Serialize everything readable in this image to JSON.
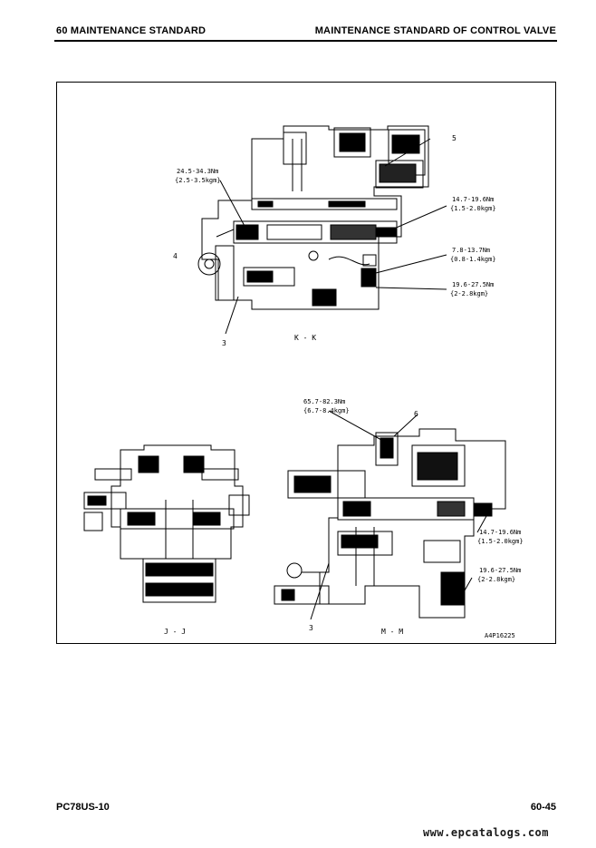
{
  "header": {
    "left": "60 MAINTENANCE STANDARD",
    "right": "MAINTENANCE STANDARD OF CONTROL VALVE"
  },
  "drawing": {
    "kk": {
      "view_label": "K - K",
      "torque_1": [
        "24.5-34.3Nm",
        "{2.5-3.5kgm}"
      ],
      "torque_2": [
        "14.7-19.6Nm",
        "{1.5-2.0kgm}"
      ],
      "torque_3": [
        "7.8-13.7Nm",
        "{0.8-1.4kgm}"
      ],
      "torque_4": [
        "19.6-27.5Nm",
        "{2-2.8kgm}"
      ],
      "callouts": [
        "5",
        "4",
        "3"
      ]
    },
    "jj": {
      "view_label": "J - J"
    },
    "mm": {
      "view_label": "M - M",
      "torque_1": [
        "65.7-82.3Nm",
        "{6.7-8.4kgm}"
      ],
      "torque_2": [
        "14.7-19.6Nm",
        "{1.5-2.0kgm}"
      ],
      "torque_3": [
        "19.6-27.5Nm",
        "{2-2.8kgm}"
      ],
      "callouts": [
        "6",
        "3"
      ]
    },
    "drawing_code": "A4P16225"
  },
  "footer": {
    "left": "PC78US-10",
    "right": "60-45"
  },
  "watermark": "www.epcatalogs.com"
}
